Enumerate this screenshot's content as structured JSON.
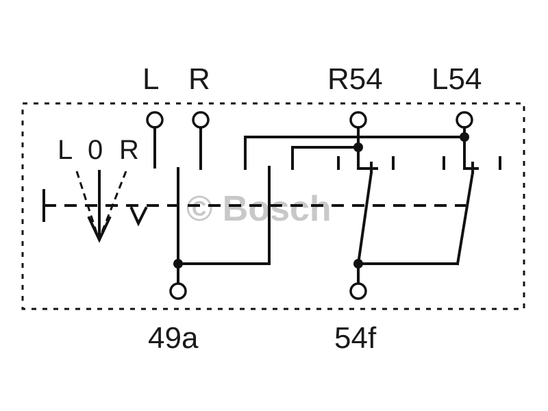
{
  "terminals_top": {
    "l": "L",
    "r": "R",
    "r54": "R54",
    "l54": "L54"
  },
  "terminals_bottom": {
    "t49a": "49a",
    "t54f": "54f"
  },
  "switch_positions": {
    "l": "L",
    "zero": "0",
    "r": "R"
  },
  "watermark": "© Bosch"
}
